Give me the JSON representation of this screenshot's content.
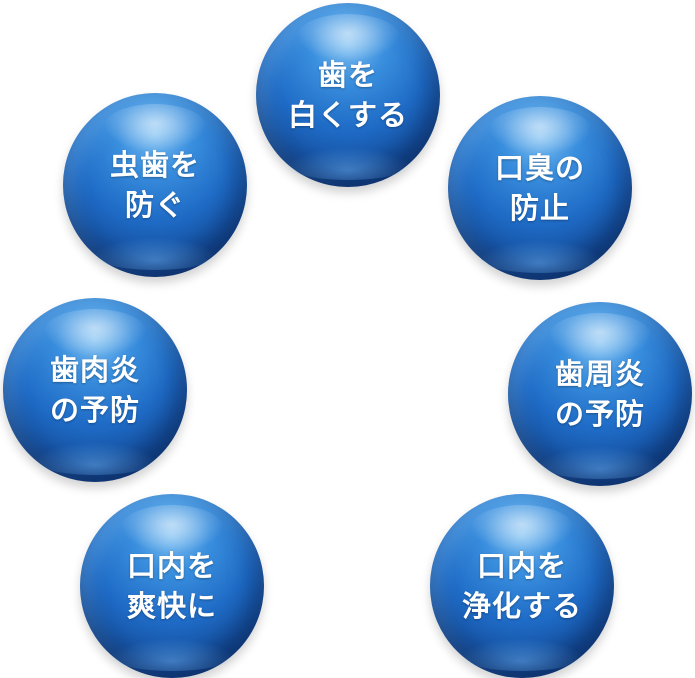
{
  "spheres": [
    {
      "line1": "歯を",
      "line2": "白くする"
    },
    {
      "line1": "虫歯を",
      "line2": "防ぐ"
    },
    {
      "line1": "口臭の",
      "line2": "防止"
    },
    {
      "line1": "歯肉炎",
      "line2": "の予防"
    },
    {
      "line1": "歯周炎",
      "line2": "の予防"
    },
    {
      "line1": "口内を",
      "line2": "爽快に"
    },
    {
      "line1": "口内を",
      "line2": "浄化する"
    }
  ],
  "colors": {
    "sphere": "#1f6cc7",
    "text": "#ffffff"
  }
}
